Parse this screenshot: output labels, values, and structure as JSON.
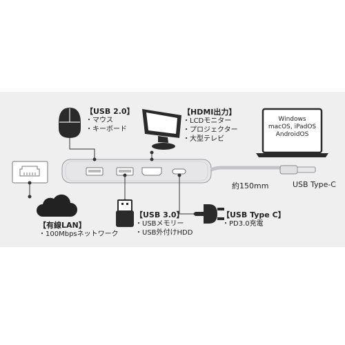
{
  "usb2": {
    "title": "【USB 2.0】",
    "items": [
      "マウス",
      "キーボード"
    ]
  },
  "hdmi": {
    "title": "【HDMI出力】",
    "items": [
      "LCDモニター",
      "プロジェクター",
      "大型テレビ"
    ]
  },
  "usb3": {
    "title": "【USB 3.0】",
    "items": [
      "USBメモリー",
      "USB外付けHDD"
    ]
  },
  "usbc": {
    "title": "【USB Type C】",
    "items": [
      "PD3.0充電"
    ]
  },
  "lan": {
    "title": "【有線LAN】",
    "items": [
      "100Mbpsネットワーク"
    ]
  },
  "laptop": {
    "screen_lines": [
      "Windows",
      "macOS, iPadOS",
      "AndroidOS"
    ]
  },
  "cable": {
    "length_label": "約150mm",
    "connector_label": "USB Type-C"
  }
}
